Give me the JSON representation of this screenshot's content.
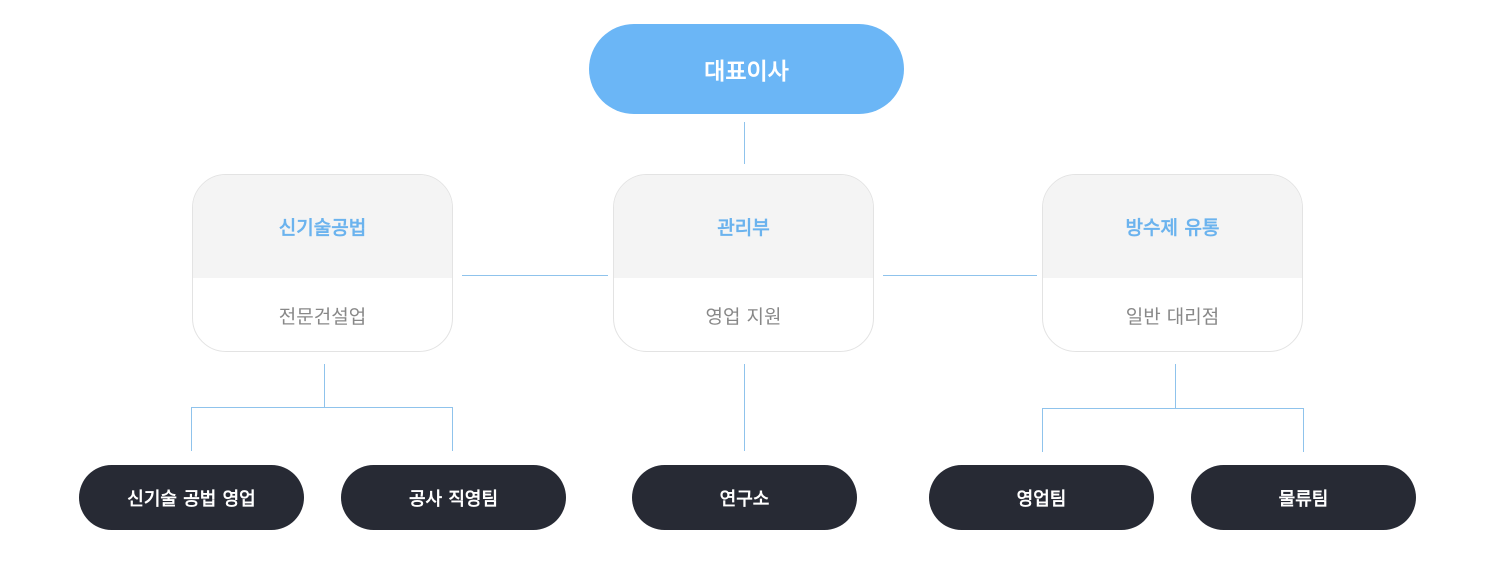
{
  "ceo": {
    "label": "대표이사"
  },
  "departments": [
    {
      "title": "신기술공법",
      "subtitle": "전문건설업"
    },
    {
      "title": "관리부",
      "subtitle": "영업 지원"
    },
    {
      "title": "방수제 유통",
      "subtitle": "일반 대리점"
    }
  ],
  "teams": [
    {
      "label": "신기술 공법 영업"
    },
    {
      "label": "공사 직영팀"
    },
    {
      "label": "연구소"
    },
    {
      "label": "영업팀"
    },
    {
      "label": "물류팀"
    }
  ],
  "colors": {
    "ceo_fill": "#6bb6f6",
    "dept_title": "#6bb3ee",
    "dept_head_fill": "#f4f4f4",
    "team_fill": "#272a34",
    "connector": "#8fc3ec"
  }
}
